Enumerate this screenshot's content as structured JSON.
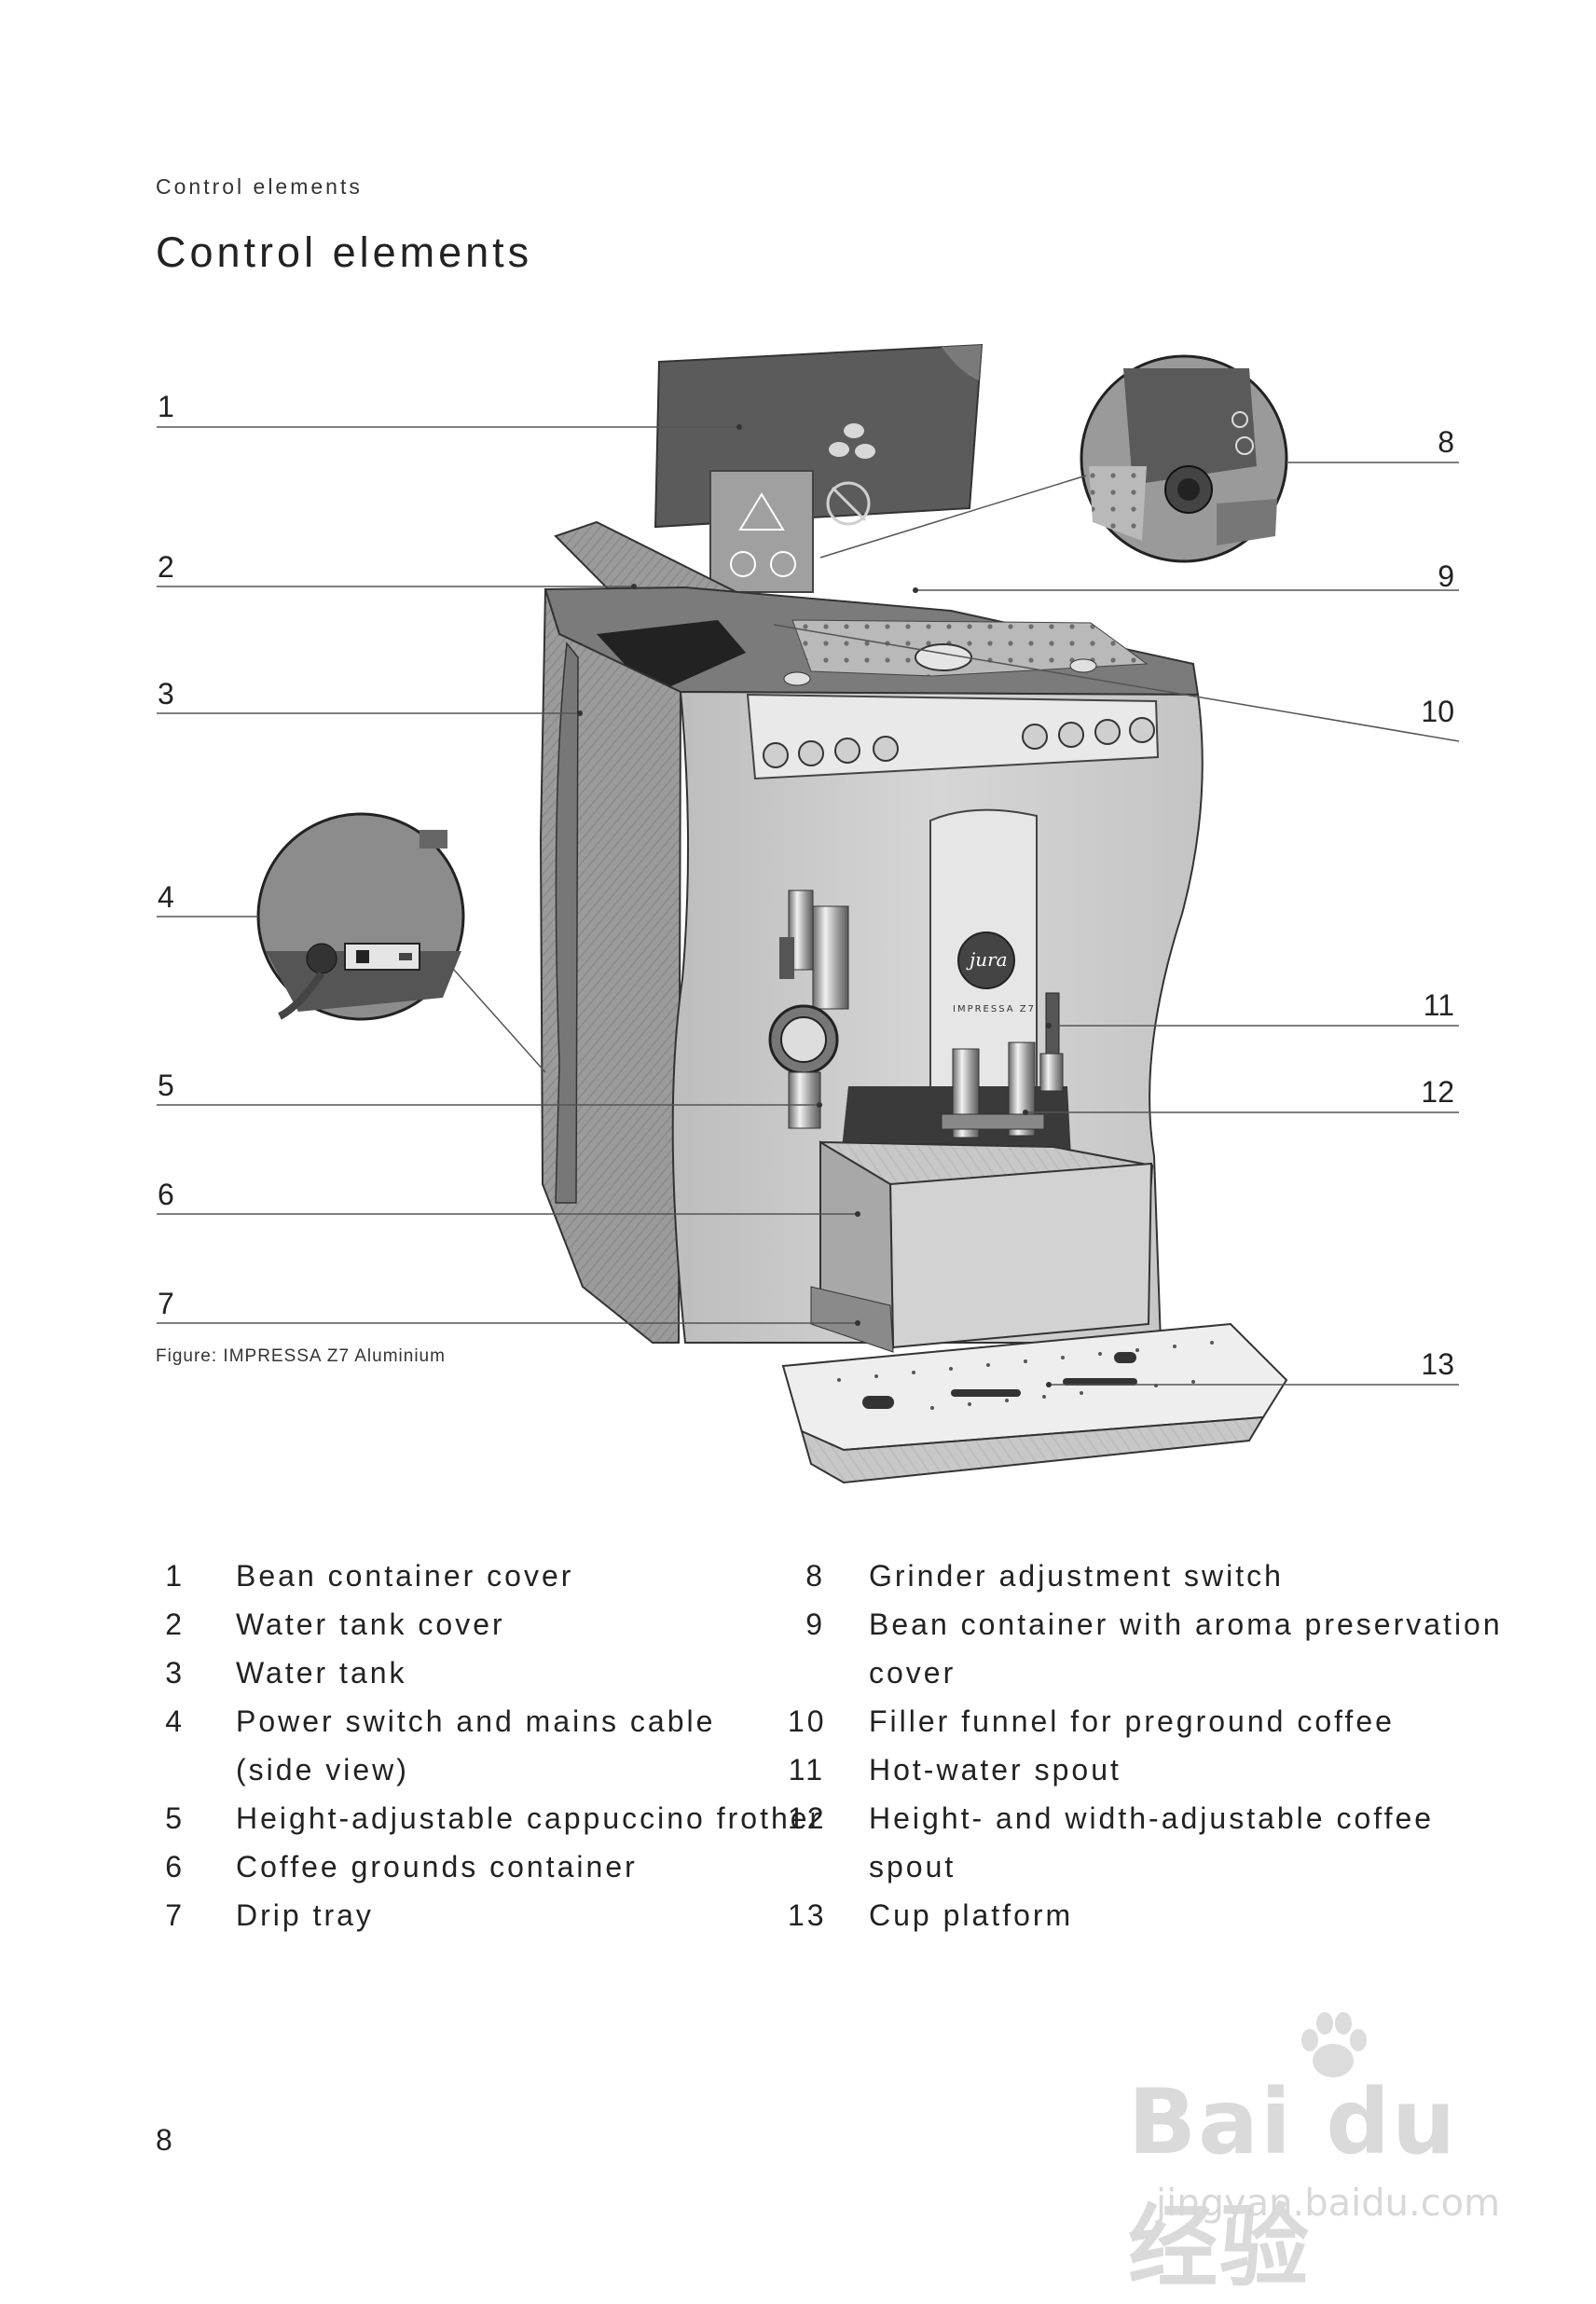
{
  "running_head": "Control elements",
  "title": "Control elements",
  "figure_caption": "Figure: IMPRESSA Z7 Aluminium",
  "brand_logo_text": "jura",
  "model_text": "IMPRESSA Z7",
  "callouts_left": [
    "1",
    "2",
    "3",
    "4",
    "5",
    "6",
    "7"
  ],
  "callouts_right": [
    "8",
    "9",
    "10",
    "11",
    "12",
    "13"
  ],
  "legend_left": [
    {
      "num": "1",
      "lines": [
        "Bean container cover"
      ]
    },
    {
      "num": "2",
      "lines": [
        "Water tank cover"
      ]
    },
    {
      "num": "3",
      "lines": [
        "Water tank"
      ]
    },
    {
      "num": "4",
      "lines": [
        "Power switch and mains cable",
        "(side view)"
      ]
    },
    {
      "num": "5",
      "lines": [
        "Height-adjustable cappuccino frother"
      ]
    },
    {
      "num": "6",
      "lines": [
        "Coffee grounds container"
      ]
    },
    {
      "num": "7",
      "lines": [
        "Drip tray"
      ]
    }
  ],
  "legend_right": [
    {
      "num": "8",
      "lines": [
        "Grinder adjustment switch"
      ]
    },
    {
      "num": "9",
      "lines": [
        "Bean container with aroma preservation",
        "cover"
      ]
    },
    {
      "num": "10",
      "lines": [
        "Filler funnel for preground coffee"
      ]
    },
    {
      "num": "11",
      "lines": [
        "Hot-water spout"
      ]
    },
    {
      "num": "12",
      "lines": [
        "Height- and width-adjustable coffee",
        "spout"
      ]
    },
    {
      "num": "13",
      "lines": [
        "Cup platform"
      ]
    }
  ],
  "page_number": "8",
  "watermark": {
    "brand": "Bai du 经验",
    "sub": "jingyan.baidu.com"
  }
}
